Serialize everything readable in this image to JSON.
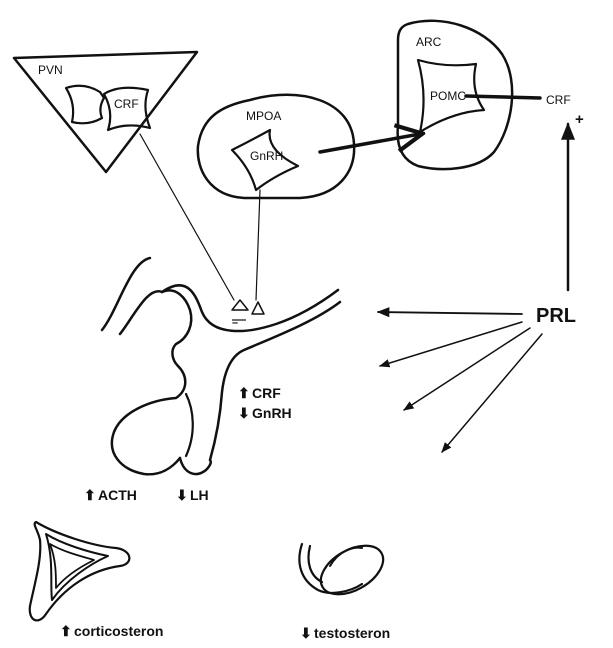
{
  "labels": {
    "pvn": "PVN",
    "crf_pvn": "CRF",
    "mpoa": "MPOA",
    "gnrh": "GnRH",
    "arc": "ARC",
    "pomc": "POMC",
    "crf_right": "CRF",
    "plus": "+",
    "prl": "PRL",
    "crf_pit": "CRF",
    "gnrh_pit": "GnRH",
    "acth": "ACTH",
    "lh": "LH",
    "corticosteron": "corticosteron",
    "testosteron": "testosteron"
  },
  "arrows": {
    "up": "⬆",
    "down": "⬇"
  }
}
